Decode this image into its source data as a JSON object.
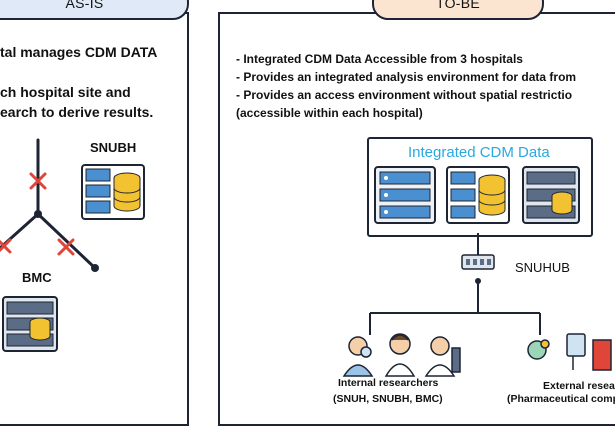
{
  "asis": {
    "tab_label": "AS-IS",
    "line1": "tal manages CDM DATA",
    "line2": "ch hospital site and",
    "line3": "earch to derive results.",
    "site_top": "SNUBH",
    "site_bottom": "BMC"
  },
  "tobe": {
    "tab_label": "TO-BE",
    "bullets": [
      "- Integrated CDM Data Accessible from 3 hospitals",
      "- Provides an integrated analysis environment for data from",
      "- Provides an access environment without spatial restrictio",
      "(accessible within each hospital)"
    ],
    "cdm_title": "Integrated CDM Data",
    "hub_label": "SNUHUB",
    "internal_line1": "Internal researchers",
    "internal_line2": "(SNUH, SNUBH, BMC)",
    "external_line1": "External resear",
    "external_line2": "(Pharmaceutical comp"
  },
  "colors": {
    "border": "#1d2433",
    "asis_tab": "#dfe9f7",
    "tobe_tab": "#fbe4d0",
    "cdm_title": "#29a9e0",
    "x_mark": "#e0453a",
    "server_blue": "#4a8fd0",
    "db_gold": "#f2c230"
  }
}
